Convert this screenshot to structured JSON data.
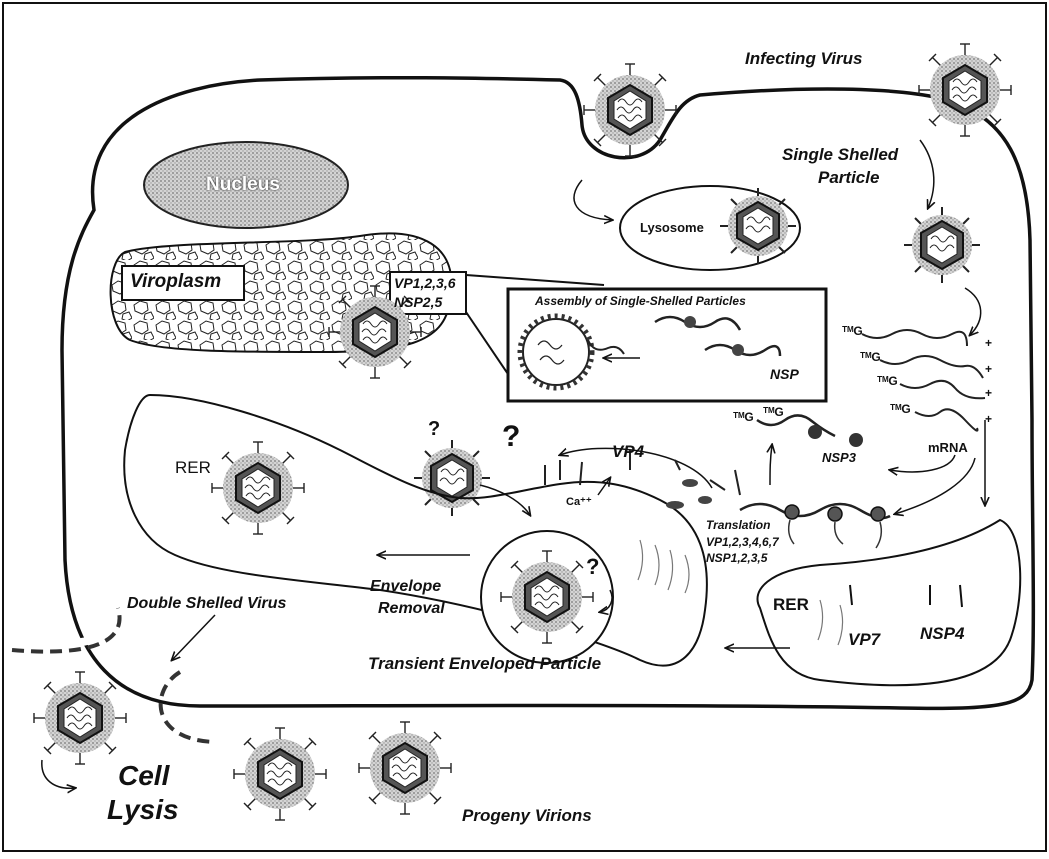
{
  "labels": {
    "infecting_virus": "Infecting Virus",
    "single_shelled_1": "Single Shelled",
    "single_shelled_2": "Particle",
    "nucleus": "Nucleus",
    "lysosome": "Lysosome",
    "viroplasm": "Viroplasm",
    "vp_box_1": "VP1,2,3,6",
    "vp_box_2": "NSP2,5",
    "assembly_title": "Assembly of Single-Shelled Particles",
    "nsp": "NSP",
    "cap1": "ᵀᴹG",
    "cap2": "ᵀᴹG",
    "cap3": "ᵀᴹG",
    "cap4": "ᵀᴹG",
    "cap5": "ᵀᴹG",
    "cap6": "ᵀᴹG",
    "plus1": "+",
    "plus2": "+",
    "plus3": "+",
    "plus4": "+",
    "mrna": "mRNA",
    "nsp3": "NSP3",
    "vp4": "VP4",
    "ca": "Ca⁺⁺",
    "rer_left": "RER",
    "rer_right": "RER",
    "q1": "?",
    "q2": "?",
    "q3": "?",
    "translation_1": "Translation",
    "translation_2": "VP1,2,3,4,6,7",
    "translation_3": "NSP1,2,3,5",
    "envelope_1": "Envelope",
    "envelope_2": "Removal",
    "double_shelled": "Double Shelled Virus",
    "transient": "Transient Enveloped Particle",
    "vp7": "VP7",
    "nsp4": "NSP4",
    "cell_1": "Cell",
    "cell_2": "Lysis",
    "progeny": "Progeny Virions"
  }
}
